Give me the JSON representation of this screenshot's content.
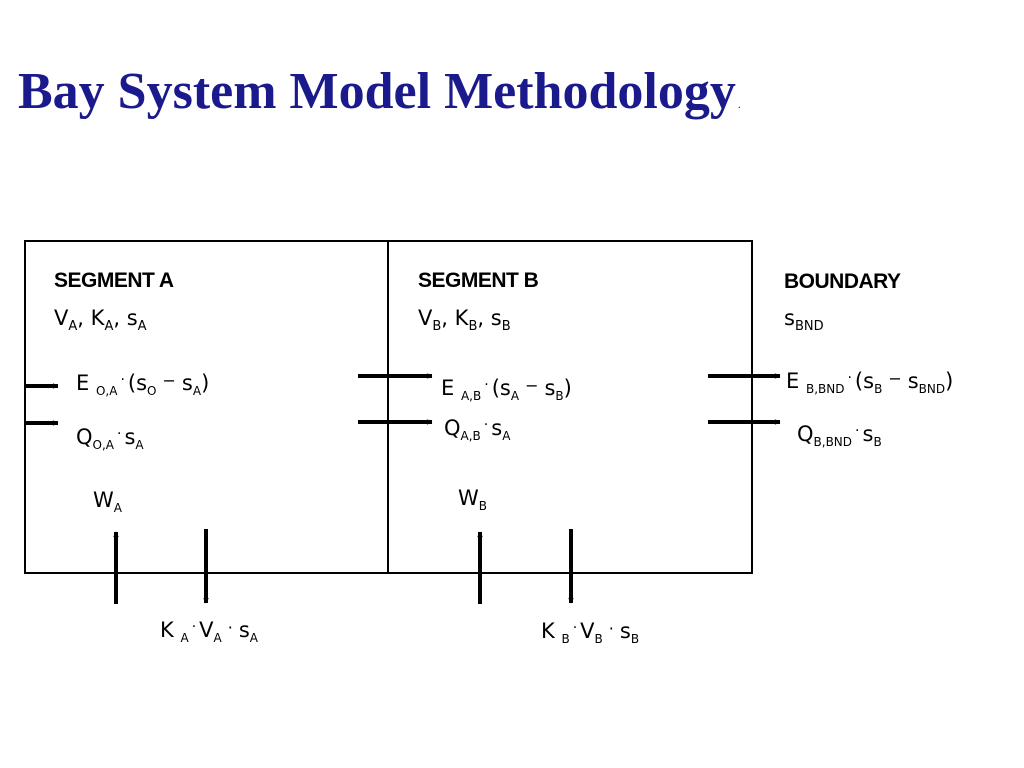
{
  "title": "Bay System Model Methodology",
  "title_mark": ".",
  "segment_a": {
    "header": "SEGMENT A",
    "params": {
      "V": "V",
      "V_sub": "A",
      "K": "K",
      "K_sub": "A",
      "s": "s",
      "s_sub": "A"
    },
    "exchange": {
      "E": "E",
      "E_sub": "O,A",
      "s_left": "s",
      "s_left_sub": "O",
      "s_right": "s",
      "s_right_sub": "A"
    },
    "advection": {
      "Q": "Q",
      "Q_sub": "O,A",
      "s": "s",
      "s_sub": "A"
    },
    "withdrawal": {
      "W": "W",
      "W_sub": "A"
    },
    "decay": {
      "K": "K",
      "K_sub": "A",
      "V": "V",
      "V_sub": "A",
      "s": "s",
      "s_sub": "A"
    }
  },
  "segment_b": {
    "header": "SEGMENT B",
    "params": {
      "V": "V",
      "V_sub": "B",
      "K": "K",
      "K_sub": "B",
      "s": "s",
      "s_sub": "B"
    },
    "exchange": {
      "E": "E",
      "E_sub": "A,B",
      "s_left": "s",
      "s_left_sub": "A",
      "s_right": "s",
      "s_right_sub": "B"
    },
    "advection": {
      "Q": "Q",
      "Q_sub": "A,B",
      "s": "s",
      "s_sub": "A"
    },
    "withdrawal": {
      "W": "W",
      "W_sub": "B"
    },
    "decay": {
      "K": "K",
      "K_sub": "B",
      "V": "V",
      "V_sub": "B",
      "s": "s",
      "s_sub": "B"
    }
  },
  "boundary": {
    "header": "BOUNDARY",
    "param": {
      "s": "s",
      "s_sub": "BND"
    },
    "exchange": {
      "E": "E",
      "E_sub": "B,BND",
      "s_left": "s",
      "s_left_sub": "B",
      "s_right": "s",
      "s_right_sub": "BND"
    },
    "advection": {
      "Q": "Q",
      "Q_sub": "B,BND",
      "s": "s",
      "s_sub": "B"
    }
  },
  "symbols": {
    "dot": "·",
    "minus": "−",
    "comma": ",",
    "open_paren": "(",
    "close_paren": ")"
  }
}
